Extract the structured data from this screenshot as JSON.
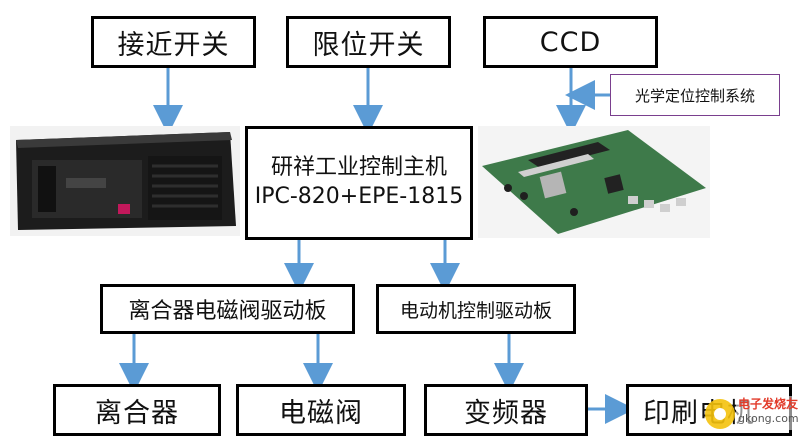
{
  "nodes": {
    "proximity_switch": "接近开关",
    "limit_switch": "限位开关",
    "ccd": "CCD",
    "optical_system": "光学定位控制系统",
    "main_line1": "研祥工业控制主机",
    "main_line2": "IPC-820+EPE-1815",
    "clutch_driver": "离合器电磁阀驱动板",
    "motor_driver": "电动机控制驱动板",
    "clutch": "离合器",
    "solenoid": "电磁阀",
    "inverter": "变频器",
    "printer_partial": "印刷电机"
  },
  "watermark": {
    "name": "电子发烧友",
    "url": "gkong.com"
  },
  "colors": {
    "arrow": "#5b9bd5",
    "border": "#000000",
    "note_border": "#7a3f8e"
  }
}
